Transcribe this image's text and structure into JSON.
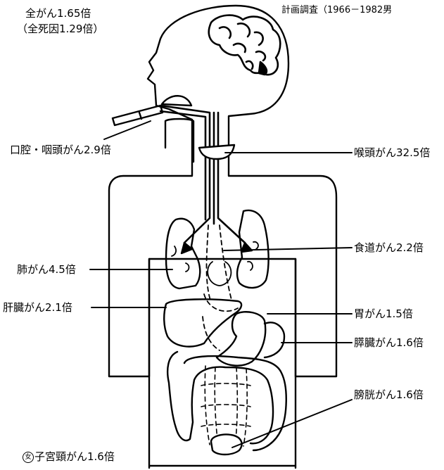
{
  "source_note": "計画調査（1966－1982男",
  "summary": {
    "all_cancer": "全がん1.65倍",
    "all_death": "（全死因1.29倍）"
  },
  "labels": {
    "oral_pharynx": "口腔・咽頭がん2.9倍",
    "larynx": "喉頭がん32.5倍",
    "esophagus": "食道がん2.2倍",
    "lung": "肺がん4.5倍",
    "liver": "肝臓がん2.1倍",
    "stomach": "胃がん1.5倍",
    "pancreas": "膵臓がん1.6倍",
    "bladder": "膀胱がん1.6倍",
    "cervix": "子宮頸がん1.6倍",
    "female_mark": "女"
  }
}
